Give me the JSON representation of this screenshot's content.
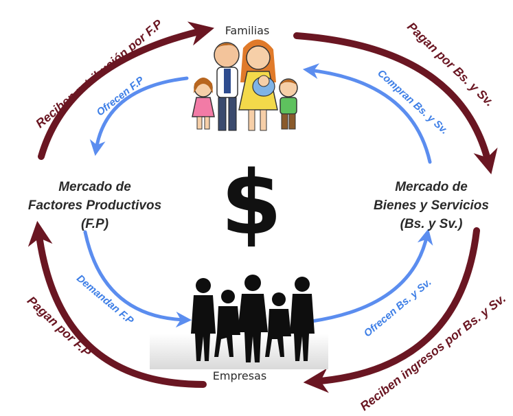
{
  "actors": {
    "top_label": "Familias",
    "bottom_label": "Empresas"
  },
  "markets": {
    "left": {
      "line1": "Mercado de",
      "line2": "Factores Productivos",
      "line3": "(F.P)"
    },
    "right": {
      "line1": "Mercado de",
      "line2": "Bienes y Servicios",
      "line3": "(Bs. y Sv.)"
    }
  },
  "center_symbol": "$",
  "flows": {
    "outer": {
      "top_left": "Reciben retribución por F.P",
      "top_right": "Pagan por Bs. y Sv.",
      "bottom_right": "Reciben ingresos por Bs. y Sv.",
      "bottom_left": "Pagan por F.P"
    },
    "inner": {
      "top_left": "Ofrecen F.P",
      "top_right": "Compran Bs. y Sv.",
      "bottom_left": "Demandan F.P",
      "bottom_right": "Ofrecen Bs. y Sv."
    }
  },
  "colors": {
    "outer_arrow": "#6a1622",
    "inner_arrow": "#5b8def",
    "inner_text": "#3d7ee6"
  }
}
